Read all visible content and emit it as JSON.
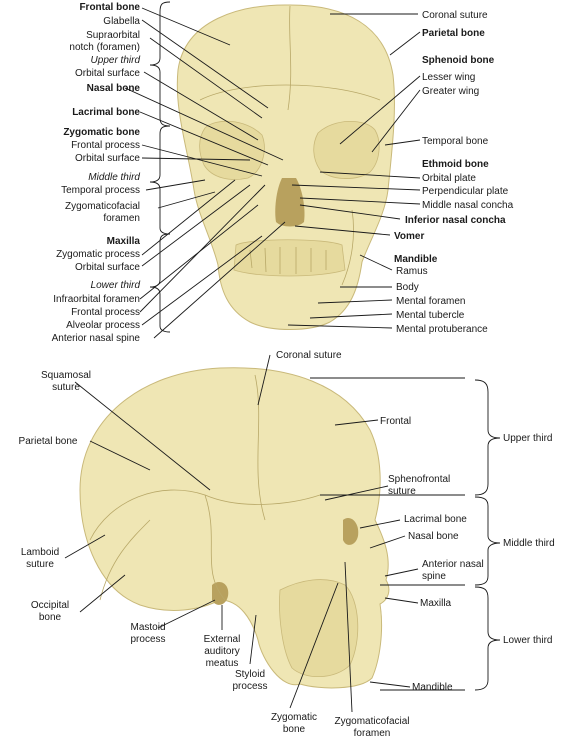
{
  "colors": {
    "bone": "#efe6b4",
    "shadow": "#d9cc8f",
    "outline": "#c9b97a",
    "leader": "#1a1a1a"
  },
  "front_labels_left": [
    {
      "text": "Frontal bone",
      "style": "bold"
    },
    {
      "text": "Glabella",
      "style": "normal"
    },
    {
      "text": "Supraorbital",
      "style": "normal"
    },
    {
      "text": "notch (foramen)",
      "style": "normal"
    },
    {
      "text": "Upper third",
      "style": "italic"
    },
    {
      "text": "Orbital surface",
      "style": "normal"
    },
    {
      "text": "Nasal bone",
      "style": "bold"
    },
    {
      "text": "Lacrimal bone",
      "style": "bold"
    },
    {
      "text": "Zygomatic bone",
      "style": "bold"
    },
    {
      "text": "Frontal process",
      "style": "normal"
    },
    {
      "text": "Orbital surface",
      "style": "normal"
    },
    {
      "text": "Middle third",
      "style": "italic"
    },
    {
      "text": "Temporal process",
      "style": "normal"
    },
    {
      "text": "Zygomaticofacial",
      "style": "normal"
    },
    {
      "text": "foramen",
      "style": "normal"
    },
    {
      "text": "Maxilla",
      "style": "bold"
    },
    {
      "text": "Zygomatic process",
      "style": "normal"
    },
    {
      "text": "Orbital surface",
      "style": "normal"
    },
    {
      "text": "Lower third",
      "style": "italic"
    },
    {
      "text": "Infraorbital foramen",
      "style": "normal"
    },
    {
      "text": "Frontal process",
      "style": "normal"
    },
    {
      "text": "Alveolar process",
      "style": "normal"
    },
    {
      "text": "Anterior nasal spine",
      "style": "normal"
    }
  ],
  "front_labels_right": [
    {
      "text": "Coronal suture",
      "style": "normal"
    },
    {
      "text": "Parietal bone",
      "style": "bold"
    },
    {
      "text": "Sphenoid bone",
      "style": "bold"
    },
    {
      "text": "Lesser wing",
      "style": "normal"
    },
    {
      "text": "Greater wing",
      "style": "normal"
    },
    {
      "text": "Temporal bone",
      "style": "normal"
    },
    {
      "text": "Ethmoid bone",
      "style": "bold"
    },
    {
      "text": "Orbital plate",
      "style": "normal"
    },
    {
      "text": "Perpendicular plate",
      "style": "normal"
    },
    {
      "text": "Middle nasal concha",
      "style": "normal"
    },
    {
      "text": "Inferior nasal concha",
      "style": "bold"
    },
    {
      "text": "Vomer",
      "style": "bold"
    },
    {
      "text": "Mandible",
      "style": "bold"
    },
    {
      "text": "Ramus",
      "style": "normal"
    },
    {
      "text": "Body",
      "style": "normal"
    },
    {
      "text": "Mental foramen",
      "style": "normal"
    },
    {
      "text": "Mental tubercle",
      "style": "normal"
    },
    {
      "text": "Mental protuberance",
      "style": "normal"
    }
  ],
  "side_labels": [
    {
      "text": "Coronal suture"
    },
    {
      "text": "Squamosal"
    },
    {
      "text": "suture"
    },
    {
      "text": "Parietal bone"
    },
    {
      "text": "Frontal"
    },
    {
      "text": "Upper third"
    },
    {
      "text": "Sphenofrontal"
    },
    {
      "text": "suture"
    },
    {
      "text": "Lacrimal bone"
    },
    {
      "text": "Nasal bone"
    },
    {
      "text": "Middle third"
    },
    {
      "text": "Lamboid"
    },
    {
      "text": "suture"
    },
    {
      "text": "Anterior nasal"
    },
    {
      "text": "spine"
    },
    {
      "text": "Occipital"
    },
    {
      "text": "bone"
    },
    {
      "text": "Maxilla"
    },
    {
      "text": "Lower third"
    },
    {
      "text": "Mastoid"
    },
    {
      "text": "process"
    },
    {
      "text": "External"
    },
    {
      "text": "auditory"
    },
    {
      "text": "meatus"
    },
    {
      "text": "Styloid"
    },
    {
      "text": "process"
    },
    {
      "text": "Mandible"
    },
    {
      "text": "Zygomatic"
    },
    {
      "text": "bone"
    },
    {
      "text": "Zygomaticofacial"
    },
    {
      "text": "foramen"
    }
  ]
}
